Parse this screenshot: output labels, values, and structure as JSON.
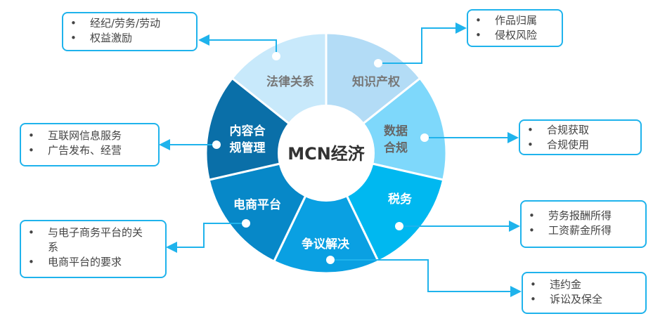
{
  "center": "MCN经济",
  "segments": [
    {
      "id": "ip",
      "lines": [
        "知识产权"
      ],
      "color": "#b3dcf6",
      "text_color": "#777777"
    },
    {
      "id": "data",
      "lines": [
        "数据",
        "合规"
      ],
      "color": "#7ed8fb",
      "text_color": "#666666"
    },
    {
      "id": "tax",
      "lines": [
        "税务"
      ],
      "color": "#00b8f0",
      "text_color": "#ffffff"
    },
    {
      "id": "dispute",
      "lines": [
        "争议解决"
      ],
      "color": "#0aa0e2",
      "text_color": "#ffffff"
    },
    {
      "id": "ecommerce",
      "lines": [
        "电商平台"
      ],
      "color": "#0788c8",
      "text_color": "#ffffff"
    },
    {
      "id": "content",
      "lines": [
        "内容合",
        "规管理"
      ],
      "color": "#0a6fa8",
      "text_color": "#ffffff"
    },
    {
      "id": "law",
      "lines": [
        "法律关系"
      ],
      "color": "#c8e9fb",
      "text_color": "#777777"
    }
  ],
  "boxes": {
    "law": [
      "经纪/劳务/劳动",
      "权益激励"
    ],
    "ip": [
      "作品归属",
      "侵权风险"
    ],
    "content": [
      "互联网信息服务",
      "广告发布、经营"
    ],
    "data": [
      "合规获取",
      "合规使用"
    ],
    "ecommerce": [
      "与电子商务平台的关系",
      "电商平台的要求"
    ],
    "tax": [
      "劳务报酬所得",
      "工资薪金所得"
    ],
    "dispute": [
      "违约金",
      "诉讼及保全"
    ]
  },
  "bullet": "•",
  "accent": "#1fb3ec"
}
